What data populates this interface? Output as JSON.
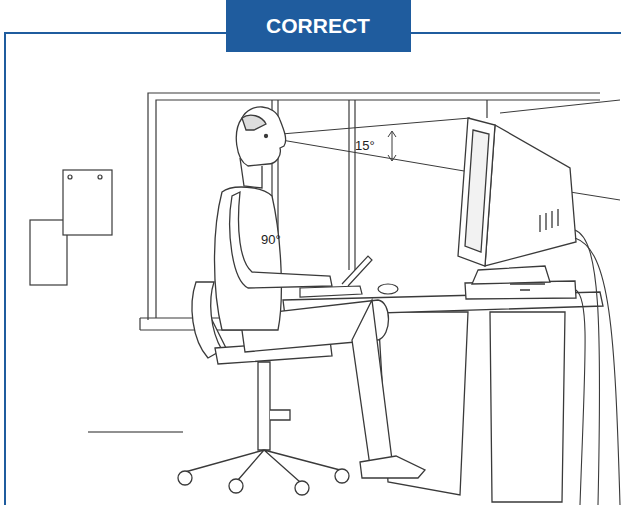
{
  "diagram": {
    "title": "CORRECT",
    "labels": [
      "15°",
      "90°"
    ]
  }
}
